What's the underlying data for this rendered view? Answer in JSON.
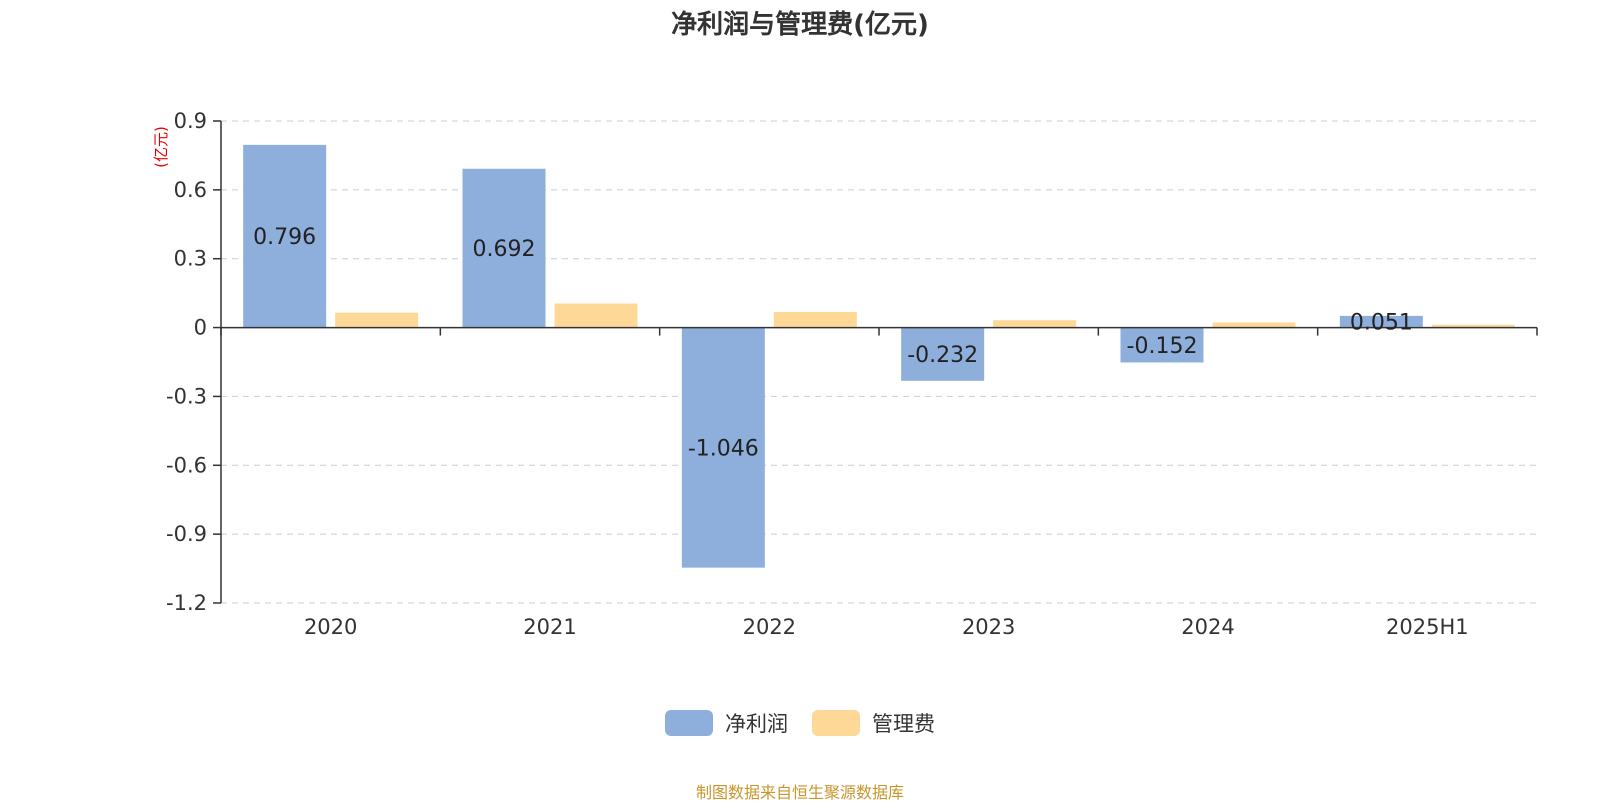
{
  "chart_data": {
    "type": "bar",
    "title": "净利润与管理费(亿元)",
    "ylabel": "(亿元)",
    "xlabel": "",
    "categories": [
      "2020",
      "2021",
      "2022",
      "2023",
      "2024",
      "2025H1"
    ],
    "series": [
      {
        "name": "净利润",
        "color": "#8eaedb",
        "values": [
          0.796,
          0.692,
          -1.046,
          -0.232,
          -0.152,
          0.051
        ],
        "labels": [
          "0.796",
          "0.692",
          "-1.046",
          "-0.232",
          "-0.152",
          "0.051"
        ]
      },
      {
        "name": "管理费",
        "color": "#fdd896",
        "values": [
          0.065,
          0.105,
          0.068,
          0.032,
          0.022,
          0.012
        ]
      }
    ],
    "ylim": [
      -1.2,
      0.9
    ],
    "yticks": [
      0.9,
      0.6,
      0.3,
      0,
      -0.3,
      -0.6,
      -0.9,
      -1.2
    ],
    "ytick_labels": [
      "0.9",
      "0.6",
      "0.3",
      "0",
      "-0.3",
      "-0.6",
      "-0.9",
      "-1.2"
    ],
    "grid": true,
    "legend_position": "bottom-center"
  },
  "source_note": "制图数据来自恒生聚源数据库"
}
